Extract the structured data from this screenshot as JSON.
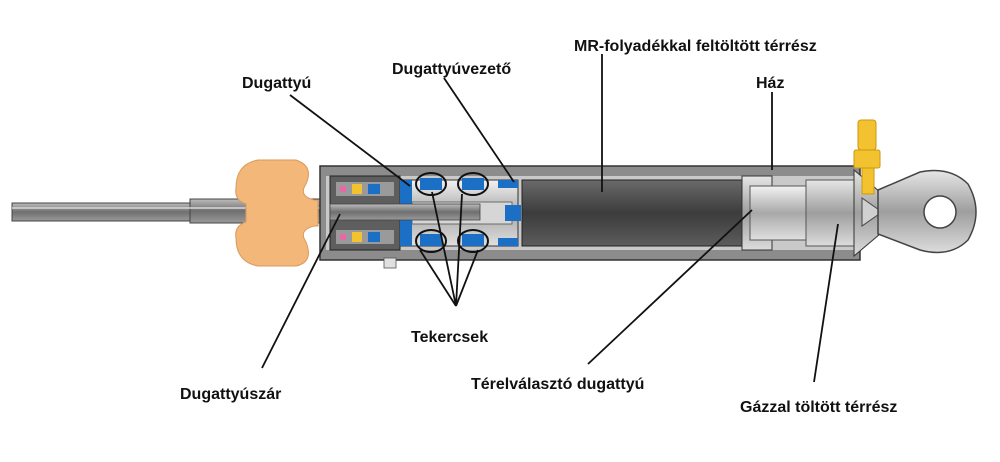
{
  "labels": {
    "mr_chamber": "MR-folyadékkal feltöltött térrész",
    "housing": "Ház",
    "piston_guide": "Dugattyúvezető",
    "piston": "Dugattyú",
    "coils": "Tekercsek",
    "piston_rod": "Dugattyúszár",
    "separator_piston": "Térelválasztó dugattyú",
    "gas_chamber": "Gázzal töltött térrész"
  },
  "colors": {
    "rubber_bump": "#f4b77a",
    "gas_valve": "#f3c230",
    "coil_blue": "#1b6fc4",
    "mr_fluid": "#4a4a4a",
    "housing": "#8c8c8c",
    "metal_light": "#c9c9c9"
  }
}
